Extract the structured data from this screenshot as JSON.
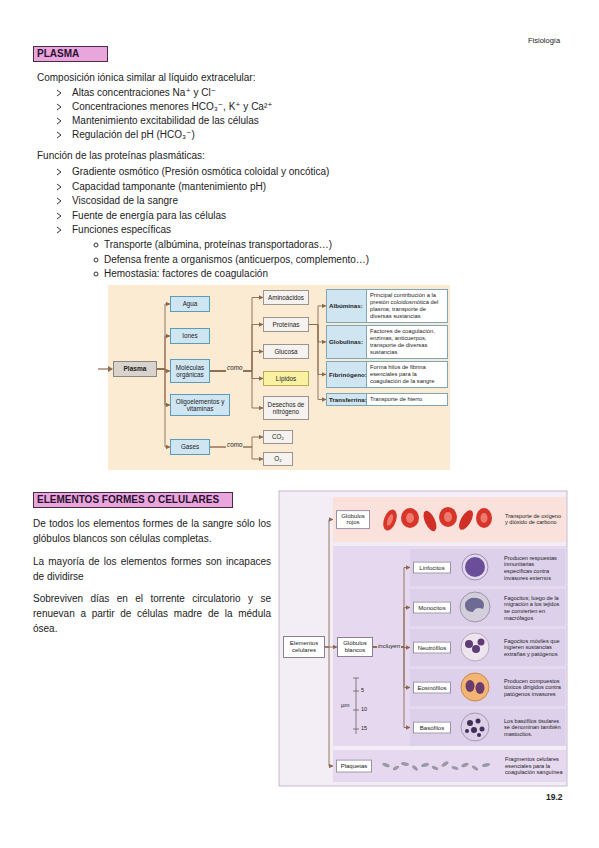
{
  "diagram": {
    "nodes": [
      {
        "text": [
          "PLASMA"
        ]
      },
      {
        "text": [
          "Plasma"
        ]
      },
      {
        "text": [
          "Agua"
        ]
      },
      {
        "text": [
          "Iones"
        ]
      },
      {
        "text": [
          "Moléculas orgánicas"
        ]
      },
      {
        "text": [
          "Oligoelementos y vitaminas"
        ]
      },
      {
        "text": [
          "Gases"
        ]
      },
      {
        "text": [
          "Aminoácidos"
        ]
      },
      {
        "text": [
          "Proteínas"
        ]
      },
      {
        "text": [
          "Glucosa"
        ]
      },
      {
        "text": [
          "Lípidos"
        ]
      },
      {
        "text": [
          "Desechos de nitrógeno"
        ]
      },
      {
        "text": [
          "CO₂"
        ]
      },
      {
        "text": [
          "O₂"
        ]
      },
      {
        "text": [
          "Albúminas:",
          "Principal contribución a la presión coloidosmótica del plasma; transporte de diversas sustancias"
        ]
      },
      {
        "text": [
          "Globulinas:",
          "Factores de coagulación, enzimas, anticuerpos, transporte de diversas sustancias"
        ]
      },
      {
        "text": [
          "Fibrinógeno:",
          "Forma hilos de fibrina esenciales para la coagulación de la sangre"
        ]
      },
      {
        "text": [
          "Transferrina:",
          "Transporte de hierro"
        ]
      },
      {
        "text": [
          "ELEMENTOS FORMES O CELULARES"
        ]
      },
      {
        "text": [
          "Elementos celulares"
        ]
      },
      {
        "text": [
          "Glóbulos rojos",
          "Transporte de oxígeno y dióxido de carbono"
        ]
      },
      {
        "text": [
          "Glóbulos blancos"
        ]
      },
      {
        "text": [
          "Linfocitos",
          "Producen respuestas inmunitarias específicas contra invasores externos"
        ]
      },
      {
        "text": [
          "Monocitos",
          "Fagocitos; luego de la migración a los tejidos se convierten en macrófagos"
        ]
      },
      {
        "text": [
          "Neutrófilos",
          "Fagocitos móviles que ingieren sustancias extrañas y patógenos"
        ]
      },
      {
        "text": [
          "Eosinófilos",
          "Producen compuestos tóxicos dirigidos contra patógenos invasores"
        ]
      },
      {
        "text": [
          "Basófilos",
          "Los basófilos tisulares se denominan también mastocitos."
        ]
      },
      {
        "text": [
          "Plaquetas",
          "Fragmentos celulares esenciales para la coagulación sanguínea"
        ]
      }
    ],
    "edges": [
      {
        "from": 1,
        "to": 2,
        "arrow": "to"
      },
      {
        "from": 1,
        "to": 3,
        "arrow": "to"
      },
      {
        "from": 1,
        "to": 4,
        "arrow": "to"
      },
      {
        "from": 1,
        "to": 5,
        "arrow": "to"
      },
      {
        "from": 1,
        "to": 6,
        "arrow": "to"
      },
      {
        "from": 4,
        "to": 7,
        "arrow": "to"
      },
      {
        "from": 4,
        "to": 8,
        "arrow": "to"
      },
      {
        "from": 4,
        "to": 9,
        "arrow": "to"
      },
      {
        "from": 4,
        "to": 10,
        "arrow": "to"
      },
      {
        "from": 4,
        "to": 11,
        "arrow": "to"
      },
      {
        "from": 6,
        "to": 12,
        "arrow": "to"
      },
      {
        "from": 6,
        "to": 13,
        "arrow": "to"
      },
      {
        "from": 8,
        "to": 14,
        "arrow": "to"
      },
      {
        "from": 8,
        "to": 15,
        "arrow": "to"
      },
      {
        "from": 8,
        "to": 16,
        "arrow": "to"
      },
      {
        "from": 8,
        "to": 17,
        "arrow": "to"
      },
      {
        "from": 19,
        "to": 20,
        "arrow": "to"
      },
      {
        "from": 19,
        "to": 21,
        "arrow": "to"
      },
      {
        "from": 19,
        "to": 27,
        "arrow": "to"
      },
      {
        "from": 21,
        "to": 22,
        "arrow": "to"
      },
      {
        "from": 21,
        "to": 23,
        "arrow": "to"
      },
      {
        "from": 21,
        "to": 24,
        "arrow": "to"
      },
      {
        "from": 21,
        "to": 25,
        "arrow": "to"
      },
      {
        "from": 21,
        "to": 26,
        "arrow": "to"
      }
    ],
    "labels": [
      "Fisiología",
      "Composición iónica similar al líquido extracelular:",
      "Altas concentraciones Na⁺ y Cl⁻",
      "Concentraciones menores HCO₃⁻, K⁺ y Ca²⁺",
      "Mantenimiento excitabilidad de las células",
      "Regulación del pH (HCO₃⁻)",
      "Función de las proteínas plasmáticas:",
      "Gradiente osmótico (Presión osmótica coloidal y oncótica)",
      "Capacidad tamponante (mantenimiento pH)",
      "Viscosidad de la sangre",
      "Fuente de energía para las células",
      "Funciones específicas",
      "Transporte (albúmina, proteínas transportadoras…)",
      "Defensa frente a organismos (anticuerpos, complemento…)",
      "Hemostasia: factores de coagulación",
      "como",
      "como",
      "De todos los elementos formes de la sangre sólo los glóbulos blancos son células completas.",
      "La mayoría de los elementos formes son incapaces de dividirse",
      "Sobreviven días en el torrente circulatorio y se renuevan a partir de células madre de la médula ósea.",
      "incluyen",
      "µm",
      "5",
      "10",
      "15",
      "19.2"
    ]
  }
}
